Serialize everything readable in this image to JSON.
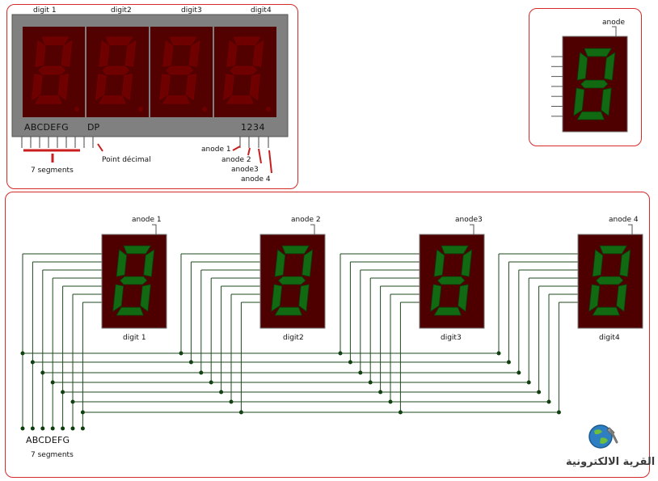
{
  "top_module": {
    "digit_labels": [
      "digit 1",
      "digit2",
      "digit3",
      "digit4"
    ],
    "segment_letters": "ABCDEFG",
    "dp_label": "DP",
    "anode_numbers": "1234",
    "segments_caption": "7 segments",
    "decimal_point_caption": "Point décimal",
    "anode_labels": [
      "anode 1",
      "anode 2",
      "anode3",
      "anode 4"
    ],
    "colors": {
      "case": "#808080",
      "digit_bg": "#520000",
      "segment_off": "#6e0000",
      "callout": "#c81e1e"
    }
  },
  "single_digit": {
    "anode_label": "anode",
    "colors": {
      "body": "#4e0000",
      "segment_on": "#116a11",
      "segment_outline": "#0a3e0a"
    }
  },
  "multiplex": {
    "anode_labels": [
      "anode 1",
      "anode 2",
      "anode3",
      "anode 4"
    ],
    "digit_labels": [
      "digit 1",
      "digit2",
      "digit3",
      "digit4"
    ],
    "bus_letters": "ABCDEFG",
    "bus_caption": "7 segments",
    "colors": {
      "wire": "#1f4a1f",
      "junction": "#0d3d0d"
    }
  },
  "watermark": {
    "text": "القرية الالكترونية",
    "icon": "globe-wrench-icon"
  }
}
